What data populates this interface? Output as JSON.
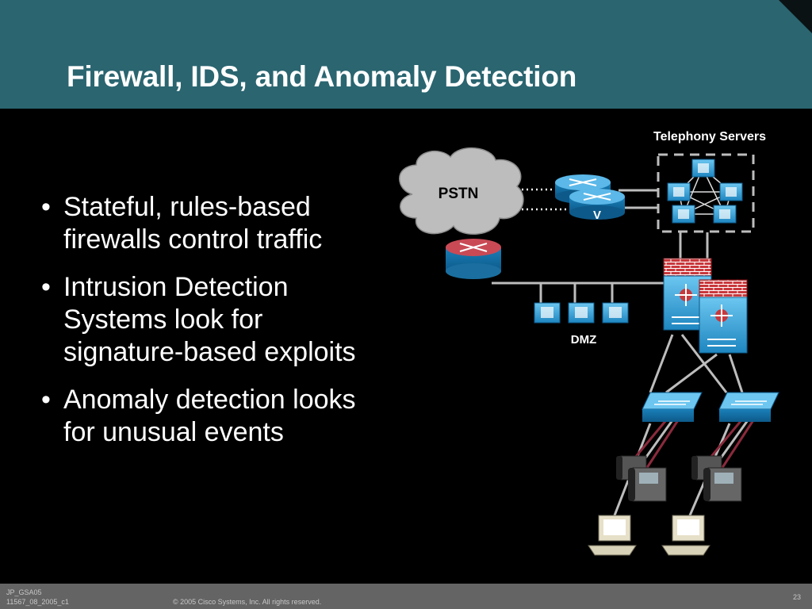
{
  "slide": {
    "title": "Firewall, IDS, and Anomaly Detection",
    "bullets": [
      "Stateful, rules-based firewalls control traffic",
      "Intrusion Detection Systems look for signature-based exploits",
      "Anomaly detection looks for unusual events"
    ]
  },
  "diagram": {
    "labels": {
      "telephony_servers": "Telephony Servers",
      "pstn": "PSTN",
      "dmz": "DMZ",
      "voice_gateway_mark": "V"
    }
  },
  "footer": {
    "code_line1": "JP_GSA05",
    "code_line2": "11567_08_2005_c1",
    "copyright": "© 2005 Cisco Systems, Inc. All rights reserved.",
    "page_number": "23"
  },
  "colors": {
    "header_bg": "#2a6570",
    "body_bg": "#000000",
    "footer_bg": "#646464",
    "device_blue": "#1a8ec8",
    "firewall_red": "#c8383c"
  }
}
